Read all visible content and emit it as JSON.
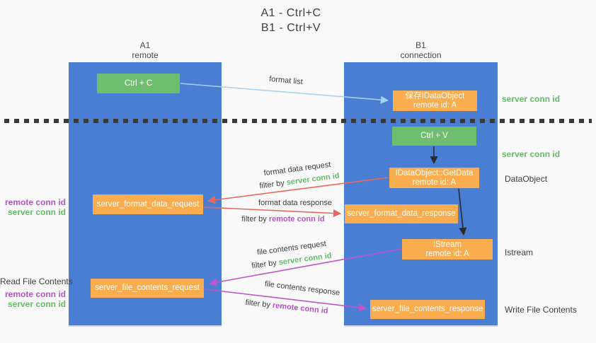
{
  "title": {
    "line1": "A1 - Ctrl+C",
    "line2": "B1 - Ctrl+V"
  },
  "lanes": {
    "a1": {
      "title": "A1",
      "subtitle": "remote"
    },
    "b1": {
      "title": "B1",
      "subtitle": "connection"
    }
  },
  "nodes": {
    "ctrl_c": {
      "label": "Ctrl + C"
    },
    "ctrl_v": {
      "label": "Ctrl + V"
    },
    "save_idataobject": {
      "line1": "保存IDataObject",
      "line2": "remote id: A"
    },
    "idataobject_getdata": {
      "line1": "IDataObject::GetData",
      "line2": "remote id: A"
    },
    "istream": {
      "line1": "IStream",
      "line2": "remote id: A"
    },
    "server_format_data_request": {
      "label": "server_format_data_request"
    },
    "server_format_data_response": {
      "label": "server_format_data_response"
    },
    "server_file_contents_request": {
      "label": "server_file_contents_request"
    },
    "server_file_contents_response": {
      "label": "server_file_contents_response"
    }
  },
  "edge_labels": {
    "format_list": "format list",
    "format_data_request": "format data request",
    "format_data_request_filter_prefix": "filter by ",
    "format_data_request_filter_id": "server conn id",
    "format_data_response": "format data response",
    "format_data_response_filter_prefix": "filter by ",
    "format_data_response_filter_id": "remote conn id",
    "file_contents_request": "file contents request",
    "file_contents_request_filter_prefix": "filter by ",
    "file_contents_request_filter_id": "server conn id",
    "file_contents_response": "file contents response",
    "file_contents_response_filter_prefix": "filter by ",
    "file_contents_response_filter_id": "remote conn id"
  },
  "side_labels": {
    "right_server_conn_id_top": "server conn id",
    "right_server_conn_id_mid": "server conn id",
    "right_dataobject": "DataObject",
    "right_istream": "Istream",
    "right_write_file_contents": "Write File Contents",
    "left_remote_conn_id_top": "remote conn id",
    "left_server_conn_id_top": "server conn id",
    "left_read_file_contents": "Read File Contents",
    "left_remote_conn_id_bottom": "remote conn id",
    "left_server_conn_id_bottom": "server conn id"
  },
  "colors": {
    "lane_blue": "#4a7ed2",
    "node_green": "#6fbe70",
    "node_orange": "#f9ad4f",
    "arrow_light_blue": "#a6d3f0",
    "arrow_red": "#e8695c",
    "arrow_magenta": "#c153cb",
    "arrow_black": "#2b2b2b",
    "text_green": "#64bb68",
    "text_purple": "#b156c3",
    "text_dark": "#3d3d3d"
  }
}
